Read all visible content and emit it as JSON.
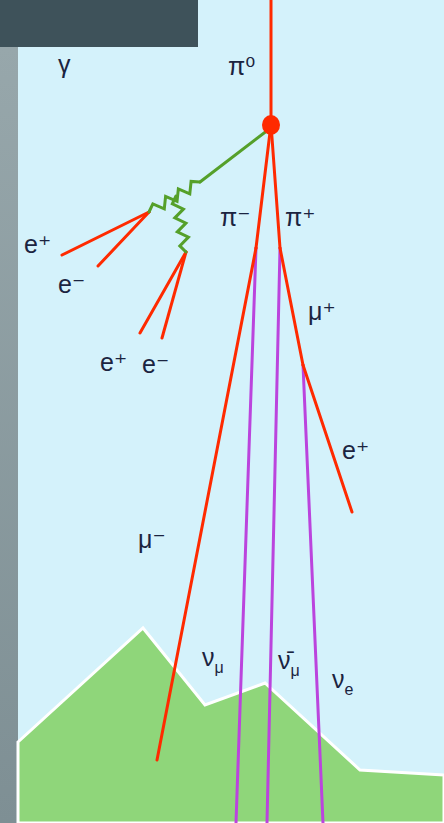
{
  "diagram": {
    "labels": [
      "π⁰",
      "γ",
      "π⁻",
      "π⁺",
      "e⁺",
      "e⁻",
      "e⁺",
      "e⁻",
      "μ⁺",
      "e⁺",
      "μ⁻",
      "νμ",
      "ν̄μ",
      "νe"
    ]
  }
}
